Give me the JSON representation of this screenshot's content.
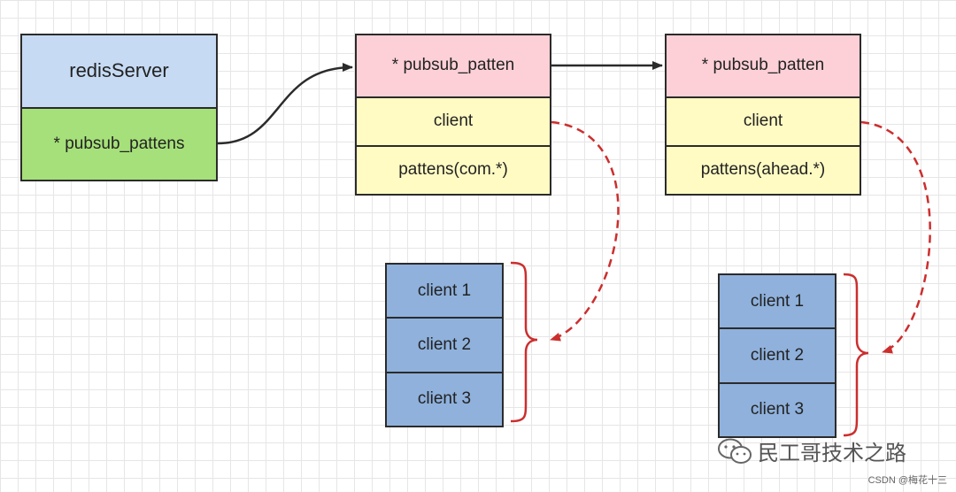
{
  "server": {
    "title": "redisServer",
    "field": "* pubsub_pattens"
  },
  "patterns": [
    {
      "header": "* pubsub_patten",
      "client": "client",
      "pattern": "pattens(com.*)"
    },
    {
      "header": "* pubsub_patten",
      "client": "client",
      "pattern": "pattens(ahead.*)"
    }
  ],
  "client_lists": [
    [
      "client 1",
      "client 2",
      "client 3"
    ],
    [
      "client 1",
      "client 2",
      "client 3"
    ]
  ],
  "watermark": {
    "text": "民工哥技术之路",
    "icon": "wechat-icon"
  },
  "credit": "CSDN @梅花十三",
  "colors": {
    "server_title": "#c6daf3",
    "server_field": "#a6e07a",
    "pattern_header": "#fcd0d6",
    "pattern_body": "#fffbc3",
    "client_cell": "#8fb1dc",
    "dashed_arrow": "#cc2e2e",
    "solid_arrow": "#2b2b2b"
  }
}
